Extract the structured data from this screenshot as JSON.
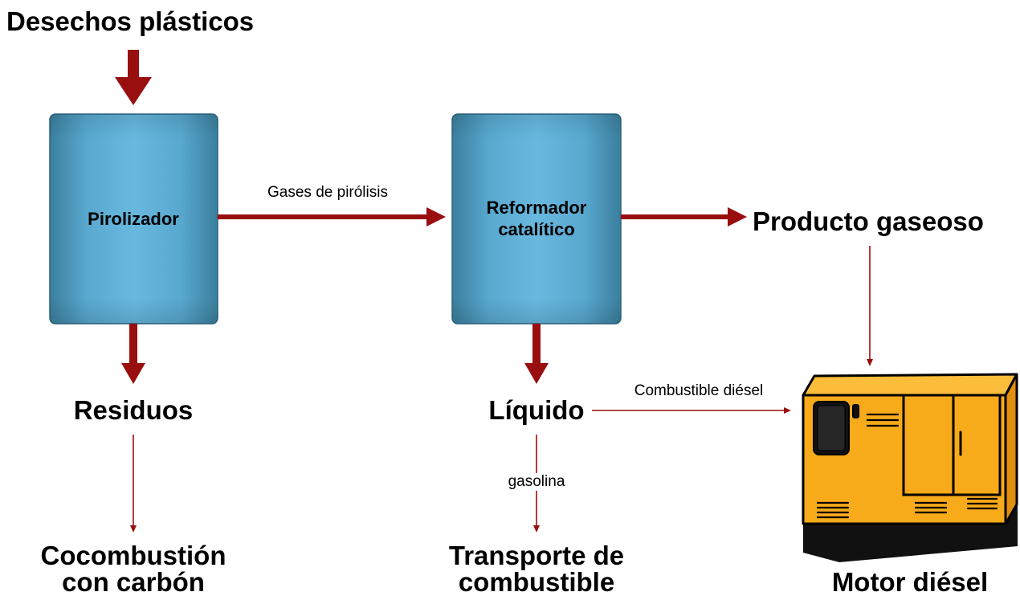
{
  "input": {
    "label": "Desechos plásticos"
  },
  "pyrolyzer": {
    "label": "Pirolizador"
  },
  "reformer": {
    "lines": [
      "Reformador",
      "catalítico"
    ]
  },
  "flows": {
    "pyrolysis_gases": "Gases de pirólisis",
    "diesel_fuel": "Combustible diésel",
    "gasoline": "gasolina"
  },
  "products": {
    "gas": "Producto gaseoso",
    "residue": "Residuos",
    "liquid": "Líquido"
  },
  "end_uses": {
    "cofiring": {
      "lines": [
        "Cocombustión",
        "con carbón"
      ]
    },
    "fuel_transport": {
      "lines": [
        "Transporte de",
        "combustible"
      ]
    },
    "diesel_engine": {
      "label": "Motor diésel",
      "icon": "diesel-generator-icon"
    }
  },
  "colors": {
    "background": "#ffffff",
    "text": "#000000",
    "arrow": "#990f0f",
    "unit_fill_edge": "#3b7f9d",
    "unit_fill_mid": "#58a8cf",
    "unit_fill_center": "#68b8df",
    "unit_stroke": "#2b6580",
    "generator_body": "#f7aa1a",
    "generator_top": "#fbbd3a",
    "generator_side": "#e0900c",
    "generator_base": "#111111",
    "generator_outline": "#000000"
  }
}
